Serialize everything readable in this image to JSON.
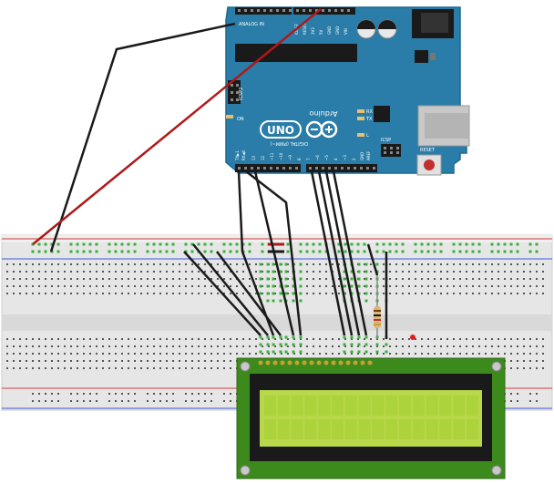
{
  "arduino": {
    "model": "UNO",
    "brand": "Arduino",
    "power_labels": [
      "IOREF",
      "RESET",
      "3V3",
      "5V",
      "GND",
      "GND",
      "VIN"
    ],
    "analog_label": "ANALOG IN",
    "digital_label": "DIGITAL (PWM~)",
    "tx_label": "TX",
    "rx_label": "RX",
    "l_label": "L",
    "on_label": "ON",
    "icsp_label": "ICSP",
    "icsp2_label": "ICSP2",
    "reset_label": "RESET",
    "aref_label": "AREF",
    "gnd_label": "GND",
    "tx_pin_label": "TX▶1",
    "rx_pin_label": "RX◀0",
    "digital_pins": [
      "13",
      "12",
      "~11",
      "~10",
      "~9",
      "8",
      "7",
      "~6",
      "~5",
      "4",
      "~3",
      "2"
    ]
  },
  "colors": {
    "board": "#2a7da8",
    "board_edge": "#1d6a8f",
    "wire_black": "#1a1a1a",
    "wire_red": "#b01818",
    "lcd_pcb": "#3d8a1c",
    "lcd_screen": "#b8d84a",
    "breadboard": "#e8e8e8",
    "rail_red": "#d63b3b",
    "rail_blue": "#3b5bd6",
    "hole_green": "#36b13a"
  }
}
